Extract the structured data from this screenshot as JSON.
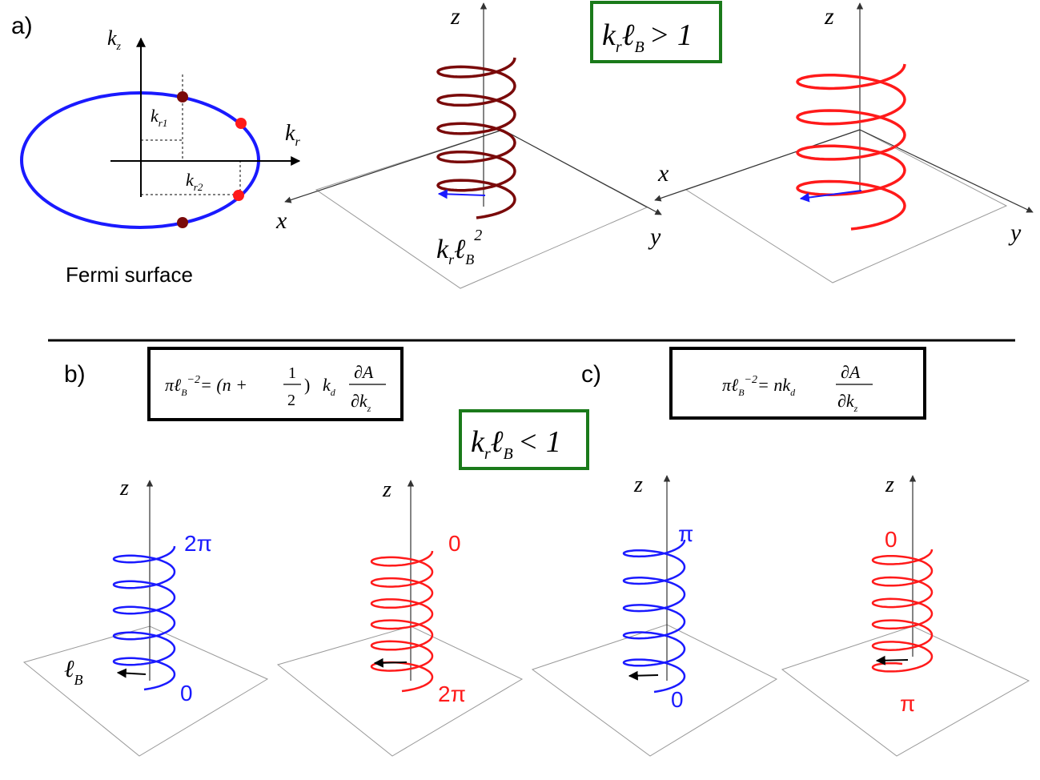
{
  "panels": {
    "a_label": "a)",
    "b_label": "b)",
    "c_label": "c)"
  },
  "fermi": {
    "caption": "Fermi surface",
    "axis_kz": "k",
    "axis_kz_sub": "z",
    "axis_kr": "k",
    "axis_kr_sub": "r",
    "kr1": "k",
    "kr1_sub": "r1",
    "kr2": "k",
    "kr2_sub": "r2"
  },
  "axes": {
    "x": "x",
    "y": "y",
    "z": "z"
  },
  "condition_big": {
    "k": "k",
    "r": "r",
    "l": "ℓ",
    "B": "B",
    "rel": "> 1"
  },
  "condition_small": {
    "k": "k",
    "r": "r",
    "l": "ℓ",
    "B": "B",
    "rel": "< 1"
  },
  "radius_label": {
    "k": "k",
    "r": "r",
    "l": "ℓ",
    "B": "B",
    "exp": "2"
  },
  "formula_b": {
    "pi": "π",
    "l": "ℓ",
    "B": "B",
    "exp": "−2",
    "eq": "= (n +",
    "half_num": "1",
    "half_den": "2",
    "close": ")",
    "k": "k",
    "d": "d",
    "dA": "∂A",
    "dk": "∂k",
    "z": "z"
  },
  "formula_c": {
    "pi": "π",
    "l": "ℓ",
    "B": "B",
    "exp": "−2",
    "eq": "= n",
    "k": "k",
    "d": "d",
    "dA": "∂A",
    "dk": "∂k",
    "z": "z"
  },
  "phases": {
    "b1_top": "2π",
    "b1_bottom": "0",
    "b2_top": "0",
    "b2_bottom": "2π",
    "c1_top": "π",
    "c1_bottom": "0",
    "c2_top": "0",
    "c2_bottom": "π"
  },
  "lB_label": {
    "l": "ℓ",
    "B": "B"
  },
  "colors": {
    "blue": "#1a1aff",
    "dark_red": "#7a0a0a",
    "red": "#ff1a1a",
    "green_box": "#1a7a1a",
    "axis": "#333333",
    "plane": "#999999"
  }
}
